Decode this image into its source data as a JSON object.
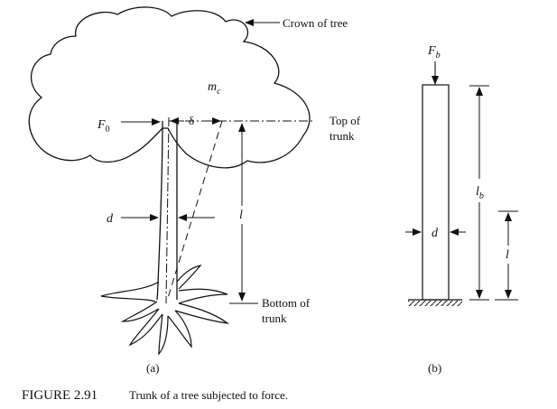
{
  "figure": {
    "number": "FIGURE 2.91",
    "caption": "Trunk of a tree subjected to force."
  },
  "panel_a": {
    "sublabel": "(a)",
    "crown_label": "Crown of tree",
    "mass_label": "m",
    "mass_sub": "c",
    "force_label": "F",
    "force_sub": "0",
    "deflection_label": "δ",
    "top_label_1": "Top of",
    "top_label_2": "trunk",
    "bottom_label_1": "Bottom of",
    "bottom_label_2": "trunk",
    "diameter_label": "d",
    "length_label": "l"
  },
  "panel_b": {
    "sublabel": "(b)",
    "force_label": "F",
    "force_sub": "b",
    "length_b_label": "l",
    "length_b_sub": "b",
    "length_label": "l",
    "diameter_label": "d"
  }
}
